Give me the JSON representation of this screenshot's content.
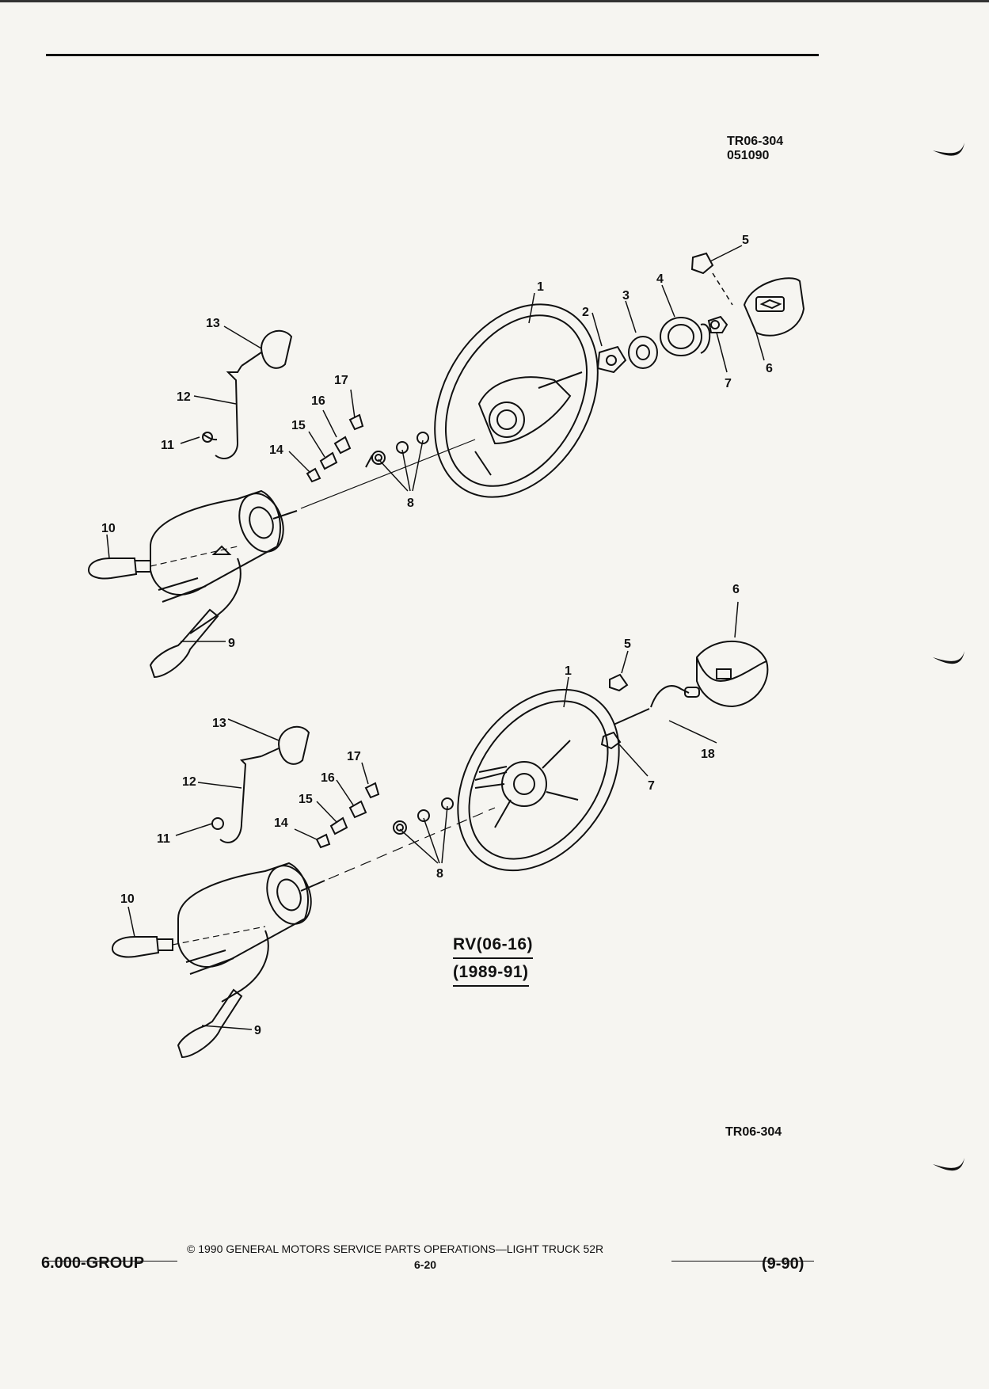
{
  "header": {
    "ref_code": "TR06-304",
    "ref_date": "051090"
  },
  "diagram": {
    "upper_callouts": [
      "1",
      "2",
      "3",
      "4",
      "5",
      "6",
      "7",
      "8",
      "9",
      "10",
      "11",
      "12",
      "13",
      "14",
      "15",
      "16",
      "17"
    ],
    "lower_callouts": [
      "1",
      "5",
      "6",
      "7",
      "8",
      "9",
      "10",
      "11",
      "12",
      "13",
      "14",
      "15",
      "16",
      "17",
      "18"
    ],
    "model_line1": "RV(06-16)",
    "model_line2": "(1989-91)"
  },
  "footer_ref": "TR06-304",
  "footer": {
    "group": "6.000-GROUP",
    "copyright": "© 1990 GENERAL MOTORS SERVICE PARTS OPERATIONS—LIGHT TRUCK 52R",
    "page": "6-20",
    "date": "(9-90)"
  }
}
